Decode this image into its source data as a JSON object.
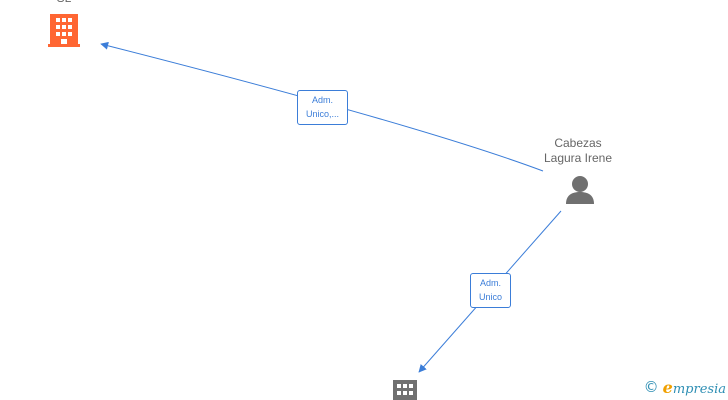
{
  "nodes": {
    "company_top": {
      "label": "SL",
      "icon": "building-icon",
      "color": "#ff6633"
    },
    "person": {
      "label_line1": "Cabezas",
      "label_line2": "Lagura Irene",
      "icon": "person-icon",
      "color": "#707070"
    },
    "company_bottom": {
      "icon": "building-icon",
      "color": "#707070"
    }
  },
  "edges": {
    "to_top": {
      "label_line1": "Adm.",
      "label_line2": "Unico,...",
      "color": "#3b7dd8"
    },
    "to_bottom": {
      "label_line1": "Adm.",
      "label_line2": "Unico",
      "color": "#3b7dd8"
    }
  },
  "watermark": {
    "copyright": "©",
    "brand_initial": "e",
    "brand_rest": "mpresia"
  }
}
